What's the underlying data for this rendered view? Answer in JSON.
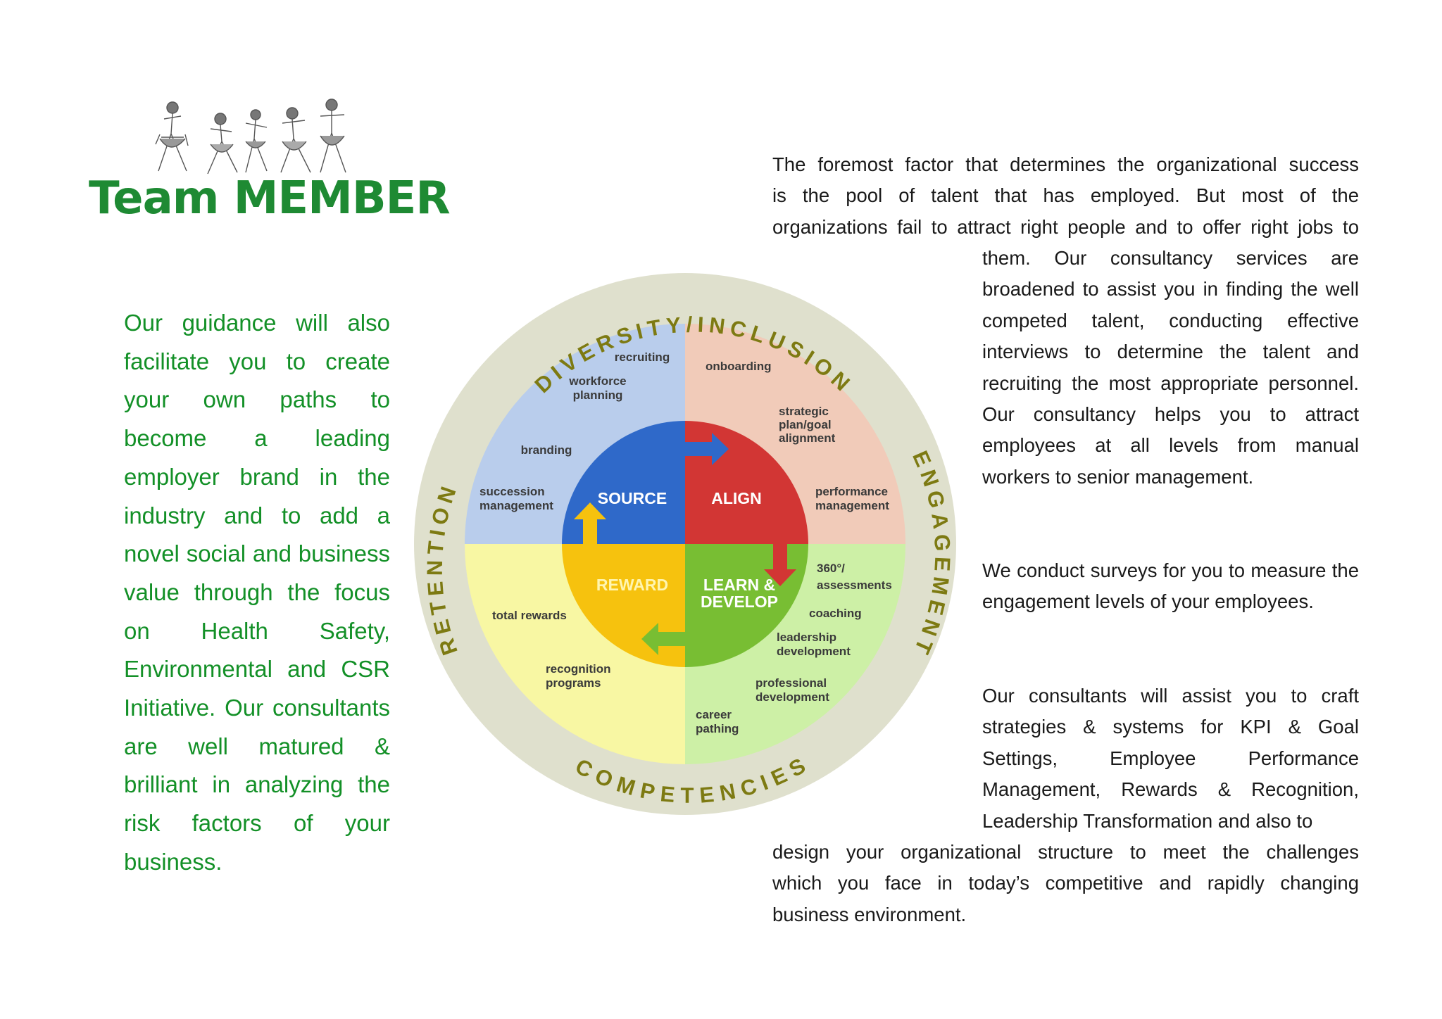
{
  "header": {
    "title": "Team MEMBER"
  },
  "left_panel": {
    "paragraph": "Our guidance will also facilitate you to create your own paths to become a leading employer brand in the industry and to add a novel social and business value through the focus on Health Safety, Environmental and CSR Initiative. Our consultants are well matured & brilliant in analyzing the risk factors of your business."
  },
  "right_column": {
    "p1_lines": [
      "The foremost factor that determines the organizational success",
      "is the pool of talent that has employed. But most of the",
      "organizations fail to attract right people and to offer right jobs to"
    ],
    "p1_cont": "them. Our consultancy services are broadened to assist you in finding the well competed talent, conducting effective interviews to determine the talent and recruiting the most appropriate personnel. Our consultancy helps you to attract employees at all levels from manual workers to senior management.",
    "p2": "We conduct surveys for you to measure the engagement levels of your employees.",
    "p3": "Our consultants will assist you to craft strategies & systems for KPI & Goal Settings, Employee Performance Management, Rewards & Recognition, Leadership Transformation and also to",
    "p3_cont_lines": [
      "design your organizational structure to meet the challenges",
      "which you face in today’s competitive and rapidly changing"
    ],
    "p3_last": "business environment."
  },
  "wheel": {
    "ring_labels": {
      "top": "DIVERSITY/INCLUSION",
      "right": "ENGAGEMENT",
      "bottom": "COMPETENCIES",
      "left": "RETENTION"
    },
    "core": {
      "source": "SOURCE",
      "align": "ALIGN",
      "reward": "REWARD",
      "learn_line1": "LEARN &",
      "learn_line2": "DEVELOP"
    },
    "items": {
      "recruiting": "recruiting",
      "workforce_1": "workforce",
      "workforce_2": "planning",
      "branding": "branding",
      "succession_1": "succession",
      "succession_2": "management",
      "onboarding": "onboarding",
      "strategic_1": "strategic",
      "strategic_2": "plan/goal",
      "strategic_3": "alignment",
      "performance_1": "performance",
      "performance_2": "management",
      "assess_1": "360°/",
      "assess_2": "assessments",
      "coaching": "coaching",
      "leadership_1": "leadership",
      "leadership_2": "development",
      "professional_1": "professional",
      "professional_2": "development",
      "career_1": "career",
      "career_2": "pathing",
      "total_rewards": "total rewards",
      "recognition_1": "recognition",
      "recognition_2": "programs"
    },
    "colors": {
      "ring": "#dfe0cd",
      "ring_text": "#7d7a12",
      "q_source": "#b9cdec",
      "q_align": "#f1cbb9",
      "q_learn": "#cdf0a6",
      "q_reward": "#f8f7a3",
      "core_source": "#2f69c9",
      "core_align": "#d23634",
      "core_learn": "#78be33",
      "core_reward": "#f6c20e"
    }
  }
}
